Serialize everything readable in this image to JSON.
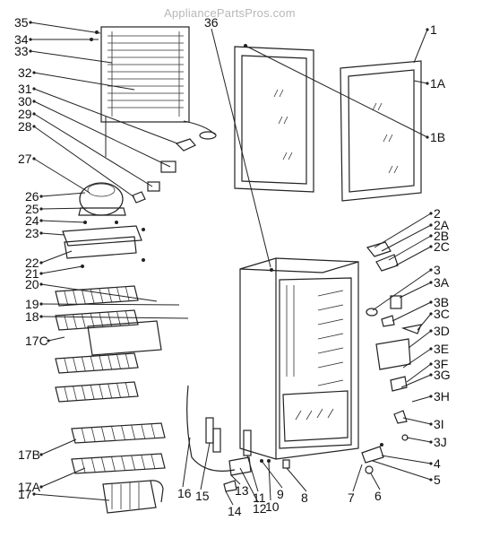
{
  "watermark": "AppliancePartsPros.com",
  "callouts": {
    "left": [
      "35",
      "34",
      "33",
      "32",
      "31",
      "30",
      "29",
      "28",
      "27",
      "26",
      "25",
      "24",
      "23",
      "22",
      "21",
      "20",
      "19",
      "18",
      "17C",
      "17B",
      "17A",
      "17"
    ],
    "top": [
      "36"
    ],
    "right": [
      "1",
      "1A",
      "1B",
      "2",
      "2A",
      "2B",
      "2C",
      "3",
      "3A",
      "3B",
      "3C",
      "3D",
      "3E",
      "3F",
      "3G",
      "3H",
      "3I",
      "3J",
      "4",
      "5"
    ],
    "bottom": [
      "16",
      "15",
      "13",
      "14",
      "11",
      "12",
      "9",
      "10",
      "8",
      "7",
      "6"
    ]
  }
}
